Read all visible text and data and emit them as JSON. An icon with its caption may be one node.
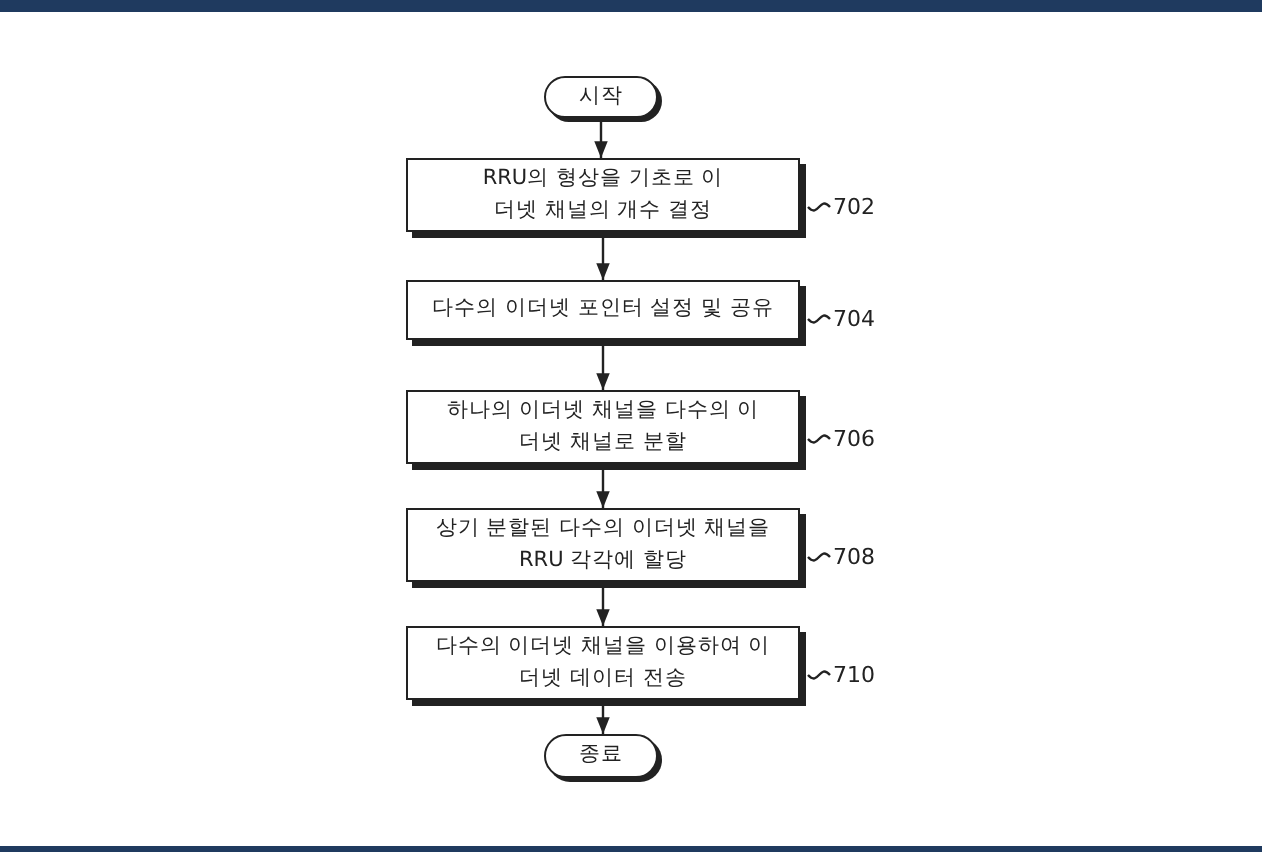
{
  "diagram": {
    "nodes": [
      {
        "text": [
          "시작"
        ]
      },
      {
        "text": [
          "RRU의 형상을 기초로 이더넷 채널의 개수 결정"
        ]
      },
      {
        "text": [
          "다수의 이더넷 포인터 설정 및 공유"
        ]
      },
      {
        "text": [
          "하나의 이더넷 채널을 다수의 이더넷 채널로 분할"
        ]
      },
      {
        "text": [
          "상기 분할된 다수의 이더넷 채널을 RRU 각각에 할당"
        ]
      },
      {
        "text": [
          "다수의 이더넷 채널을 이용하여 이더넷 데이터 전송"
        ]
      },
      {
        "text": [
          "종료"
        ]
      },
      {
        "text": [
          "702"
        ]
      },
      {
        "text": [
          "704"
        ]
      },
      {
        "text": [
          "706"
        ]
      },
      {
        "text": [
          "708"
        ]
      },
      {
        "text": [
          "710"
        ]
      }
    ],
    "edges": [
      {
        "from": 0,
        "to": 1,
        "arrow": "to"
      },
      {
        "from": 1,
        "to": 2,
        "arrow": "to"
      },
      {
        "from": 2,
        "to": 3,
        "arrow": "to"
      },
      {
        "from": 3,
        "to": 4,
        "arrow": "to"
      },
      {
        "from": 4,
        "to": 5,
        "arrow": "to"
      },
      {
        "from": 5,
        "to": 6,
        "arrow": "to"
      },
      {
        "from": 7,
        "to": 1,
        "arrow": "none"
      },
      {
        "from": 8,
        "to": 2,
        "arrow": "none"
      },
      {
        "from": 9,
        "to": 3,
        "arrow": "none"
      },
      {
        "from": 10,
        "to": 4,
        "arrow": "none"
      },
      {
        "from": 11,
        "to": 5,
        "arrow": "none"
      }
    ]
  }
}
